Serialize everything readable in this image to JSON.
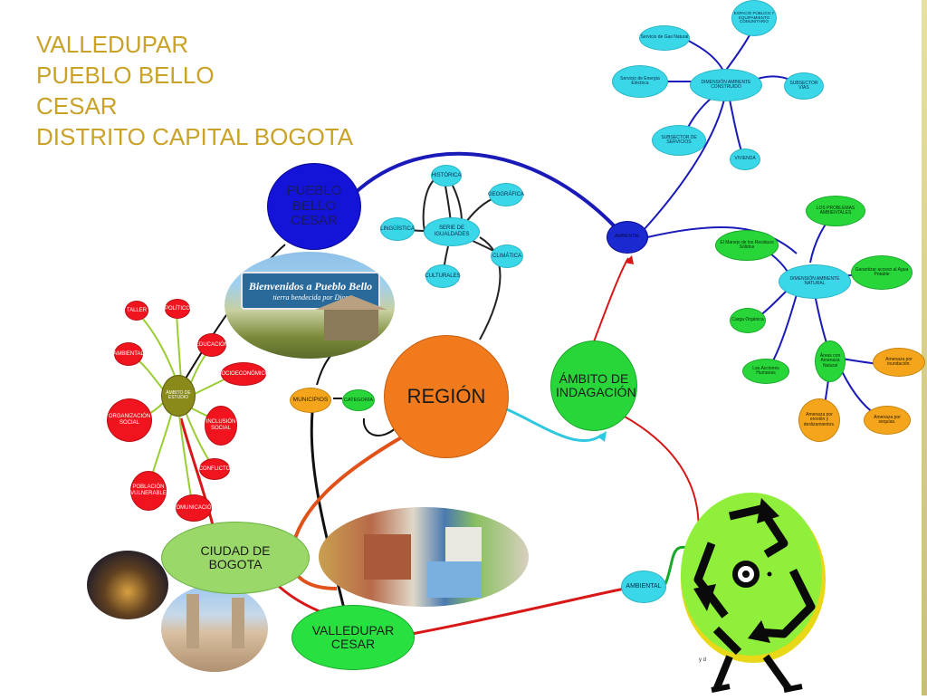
{
  "title": {
    "lines": [
      "VALLEDUPAR",
      "PUEBLO BELLO",
      "CESAR",
      "DISTRITO CAPITAL BOGOTA"
    ]
  },
  "nodes": {
    "region": "REGIÓN",
    "pueblo_bello": "PUEBLO BELLO CESAR",
    "ambito_indagacion": "ÁMBITO DE INDAGACIÓN",
    "ciudad_bogota": "CIUDAD DE BOGOTA",
    "valledupar_cesar": "VALLEDUPAR CESAR",
    "municipios": "MUNICIPIOS",
    "categoria": "CATEGORÍA",
    "ambiental_small": "AMBIENTAL",
    "ambiental_top": "AMBIENTAL",
    "serie_igualdades": "SERIE DE IGUALDADES",
    "historica": "HISTÓRICA",
    "geografica": "GEOGRÁFICA",
    "linguistica": "LINGÜÍSTICA",
    "climatica": "CLIMÁTICA",
    "culturales": "CULTURALES",
    "dim_construido": "DIMENSIÓN AMBIENTE CONSTRUIDO",
    "espacio_publico": "ESPACIO PÚBLICO Y EQUIPAMIENTO COMUNITARIO",
    "gas_natural": "Servicio de Gas Natural",
    "energia_electrica": "Servicio de Energía Eléctrica",
    "subsector_vias": "SUBSECTOR VÍAS",
    "subsector_servicios": "SUBSECTOR DE SERVICIOS",
    "vivienda": "VIVIENDA",
    "dim_natural": "DIMENSIÓN AMBIENTE NATURAL",
    "problemas_ambientales": "LOS PROBLEMAS AMBIENTALES",
    "manejo_residuos": "El Manejo de los Residuos Sólidos",
    "agua_potable": "Garantizar acceso al Agua Potable",
    "carga_organica": "Carga Orgánica",
    "acciones_humanas": "Las Acciones Humanas",
    "areas_amenaza": "Áreas con Amenaza Natural",
    "amenaza_inundacion": "Amenaza por inundación.",
    "amenaza_erosion": "Amenaza por erosión y deslizamientos.",
    "amenaza_sequias": "Amenaza por sequías.",
    "ambito_estudio": "ÁMBITO DE ESTUDIO",
    "talleres": "TALLER",
    "politica": "POLÍTICO",
    "educacion": "EDUCACIÓN",
    "ambiental_red": "AMBIENTAL",
    "socioeconomico": "SOCIOECONÓMICO",
    "organizacion_social": "ORGANIZACIÓN SOCIAL",
    "inclusion_social": "INCLUSIÓN SOCIAL",
    "conflicto": "CONFLICTO",
    "poblacion_vulnerable": "POBLACIÓN VULNERABLE",
    "comunicacion": "COMUNICACIÓN"
  },
  "photos": {
    "pueblo_bello_sign": "Bienvenidos a Pueblo Bello",
    "pueblo_bello_tagline": "tierra bendecida por Dios",
    "recycle_caption": "y d"
  },
  "colors": {
    "title": "#c9a227",
    "region": "#f07a1c",
    "pueblo_bello": "#1414d8",
    "green_node": "#28d63a",
    "cyan_node": "#3ad7e8",
    "red_node": "#f0141e",
    "link_blue": "#1a1ab8",
    "link_red": "#d81818"
  }
}
